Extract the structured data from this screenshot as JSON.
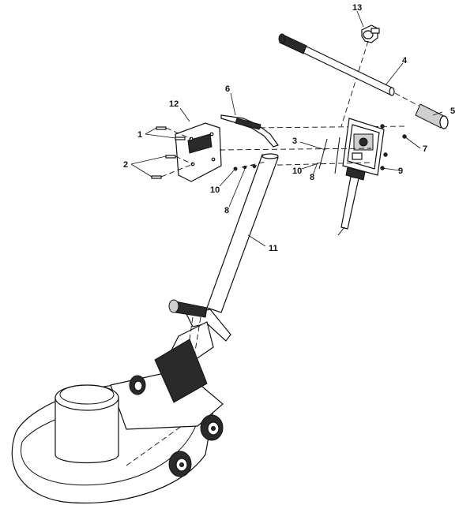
{
  "callouts": {
    "c13": "13",
    "c4": "4",
    "c5": "5",
    "c6": "6",
    "c12": "12",
    "c1": "1",
    "c2": "2",
    "c3": "3",
    "c7": "7",
    "c10a": "10",
    "c8a": "8",
    "c9": "9",
    "c10b": "10",
    "c8b": "8",
    "c11": "11"
  }
}
